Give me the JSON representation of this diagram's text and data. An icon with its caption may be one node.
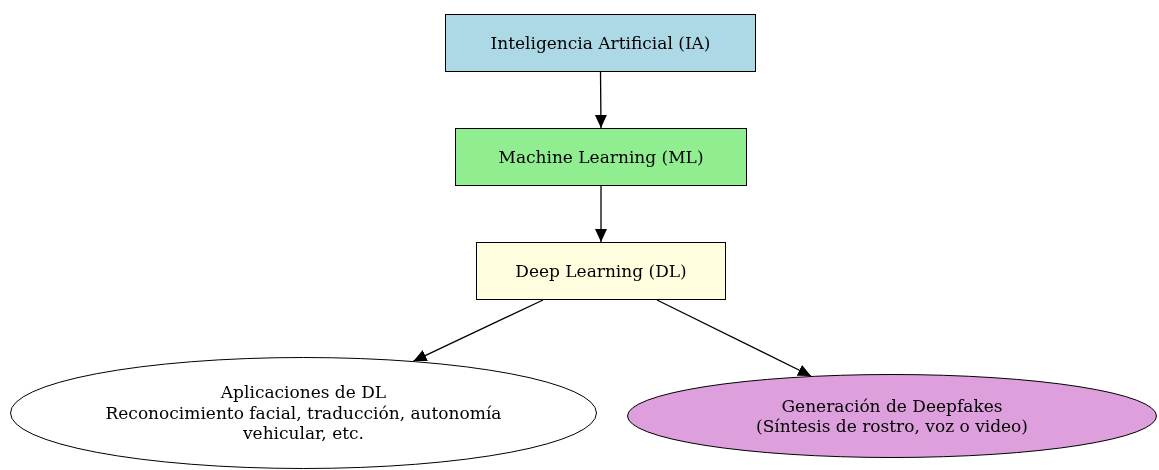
{
  "diagram": {
    "nodes": [
      {
        "text": [
          "Inteligencia Artificial (IA)"
        ]
      },
      {
        "text": [
          "Machine Learning (ML)"
        ]
      },
      {
        "text": [
          "Deep Learning (DL)"
        ]
      },
      {
        "text": [
          "Aplicaciones de DL",
          "Reconocimiento facial, traducción, autonomía vehicular, etc."
        ]
      },
      {
        "text": [
          "Generación de Deepfakes",
          "(Síntesis de rostro, voz o video)"
        ]
      }
    ],
    "edges": [
      {
        "from": 0,
        "to": 1,
        "arrow": "to"
      },
      {
        "from": 1,
        "to": 2,
        "arrow": "to"
      },
      {
        "from": 2,
        "to": 3,
        "arrow": "to"
      },
      {
        "from": 2,
        "to": 4,
        "arrow": "to"
      }
    ]
  }
}
